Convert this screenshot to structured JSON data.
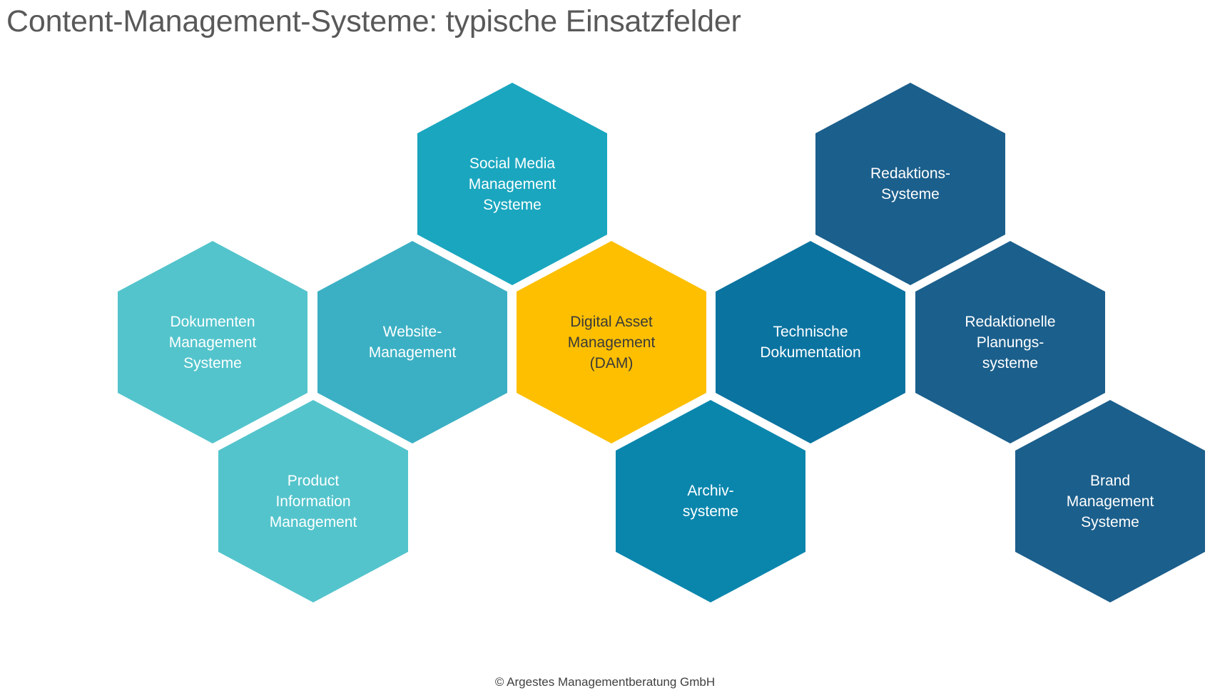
{
  "title": "Content-Management-Systeme: typische Einsatzfelder",
  "footer": "© Argestes Managementberatung GmbH",
  "hexagons": [
    {
      "label": "Social Media\nManagement\nSysteme",
      "color": "#1aa6bf"
    },
    {
      "label": "Redaktions-\nSysteme",
      "color": "#1b5f8c"
    },
    {
      "label": "Dokumenten\nManagement\nSysteme",
      "color": "#53c4cc"
    },
    {
      "label": "Website-\nManagement",
      "color": "#3bb0c4"
    },
    {
      "label": "Digital Asset\nManagement\n(DAM)",
      "color": "#fdbf00"
    },
    {
      "label": "Technische\nDokumentation",
      "color": "#0a73a0"
    },
    {
      "label": "Redaktionelle\nPlanungs-\nsysteme",
      "color": "#1b5f8c"
    },
    {
      "label": "Product\nInformation\nManagement",
      "color": "#53c4cc"
    },
    {
      "label": "Archiv-\nsysteme",
      "color": "#0a86ad"
    },
    {
      "label": "Brand\nManagement\nSysteme",
      "color": "#1b5f8c"
    }
  ]
}
